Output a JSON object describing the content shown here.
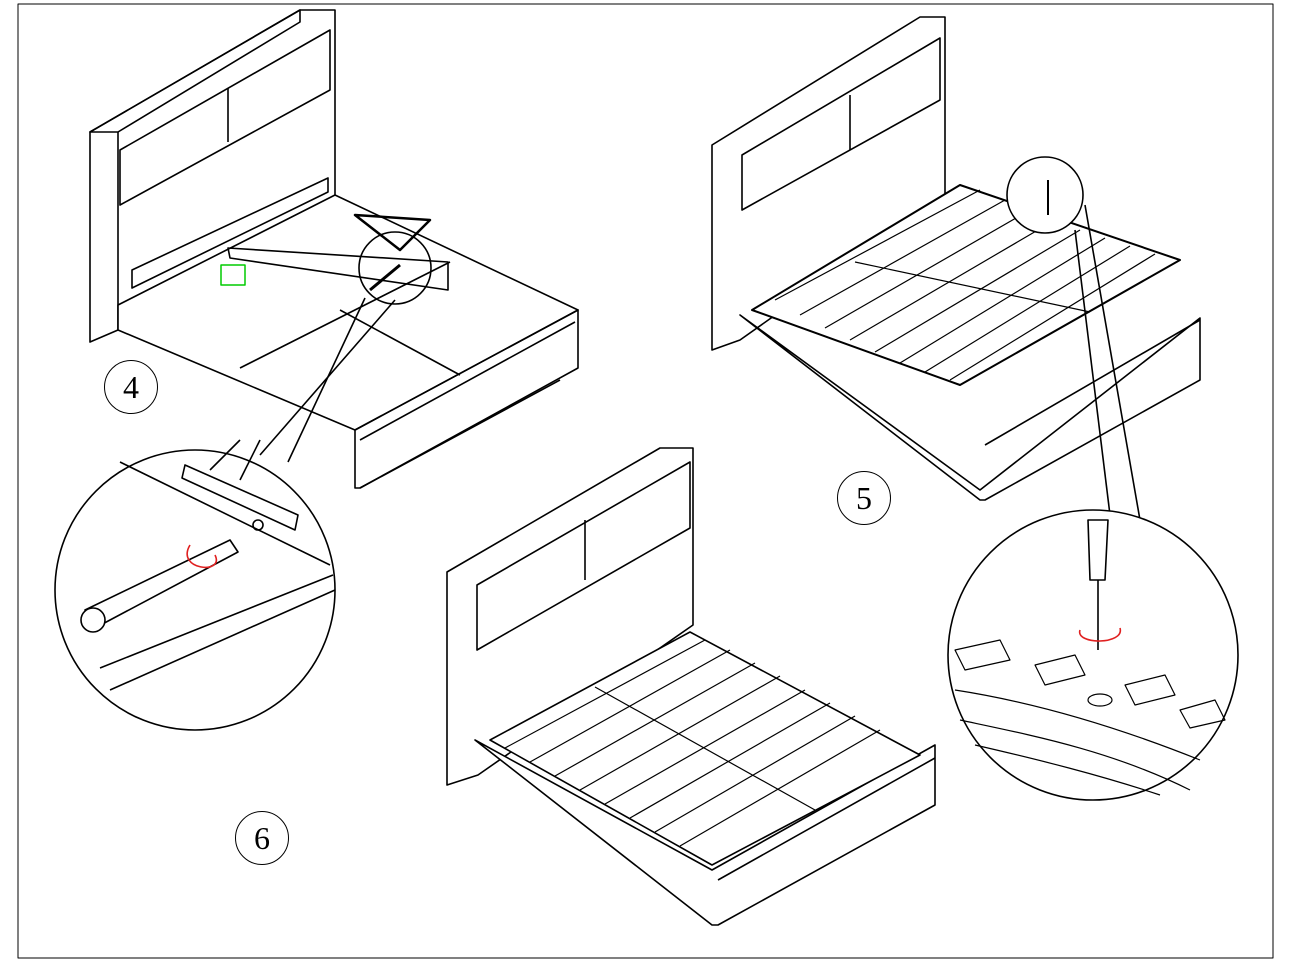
{
  "steps": [
    {
      "number": "4"
    },
    {
      "number": "5"
    },
    {
      "number": "6"
    }
  ],
  "colors": {
    "line": "#000000",
    "highlight": "#00cc00",
    "rotation_arrow": "#e02020"
  }
}
